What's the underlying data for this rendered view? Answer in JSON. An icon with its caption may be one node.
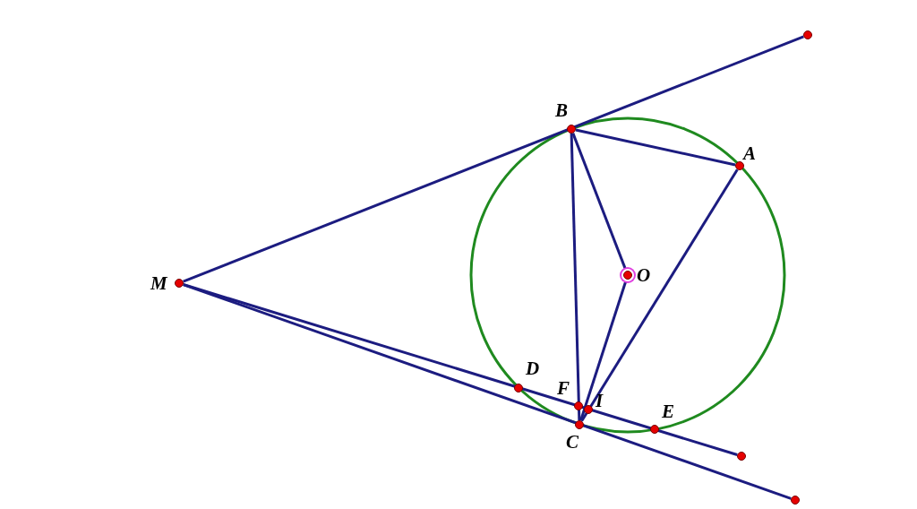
{
  "diagram": {
    "nodes": [
      {
        "text": [
          "M"
        ]
      },
      {
        "text": [
          "B"
        ]
      },
      {
        "text": [
          "A"
        ]
      },
      {
        "text": [
          "O"
        ]
      },
      {
        "text": [
          "D"
        ]
      },
      {
        "text": [
          "F"
        ]
      },
      {
        "text": [
          "I"
        ]
      },
      {
        "text": [
          "E"
        ]
      },
      {
        "text": [
          "C"
        ]
      },
      {
        "text": [],
        "shape": "circle"
      },
      {
        "text": [],
        "shape": "circle"
      },
      {
        "text": [],
        "shape": "circle"
      }
    ],
    "edges": [
      {
        "from": 0,
        "to": 9,
        "arrow": "none"
      },
      {
        "from": 0,
        "to": 10,
        "arrow": "none"
      },
      {
        "from": 0,
        "to": 11,
        "arrow": "none"
      },
      {
        "from": 1,
        "to": 2,
        "arrow": "none"
      },
      {
        "from": 1,
        "to": 3,
        "arrow": "none"
      },
      {
        "from": 1,
        "to": 8,
        "arrow": "none"
      },
      {
        "from": 3,
        "to": 8,
        "arrow": "none"
      },
      {
        "from": 2,
        "to": 8,
        "arrow": "none"
      }
    ]
  }
}
